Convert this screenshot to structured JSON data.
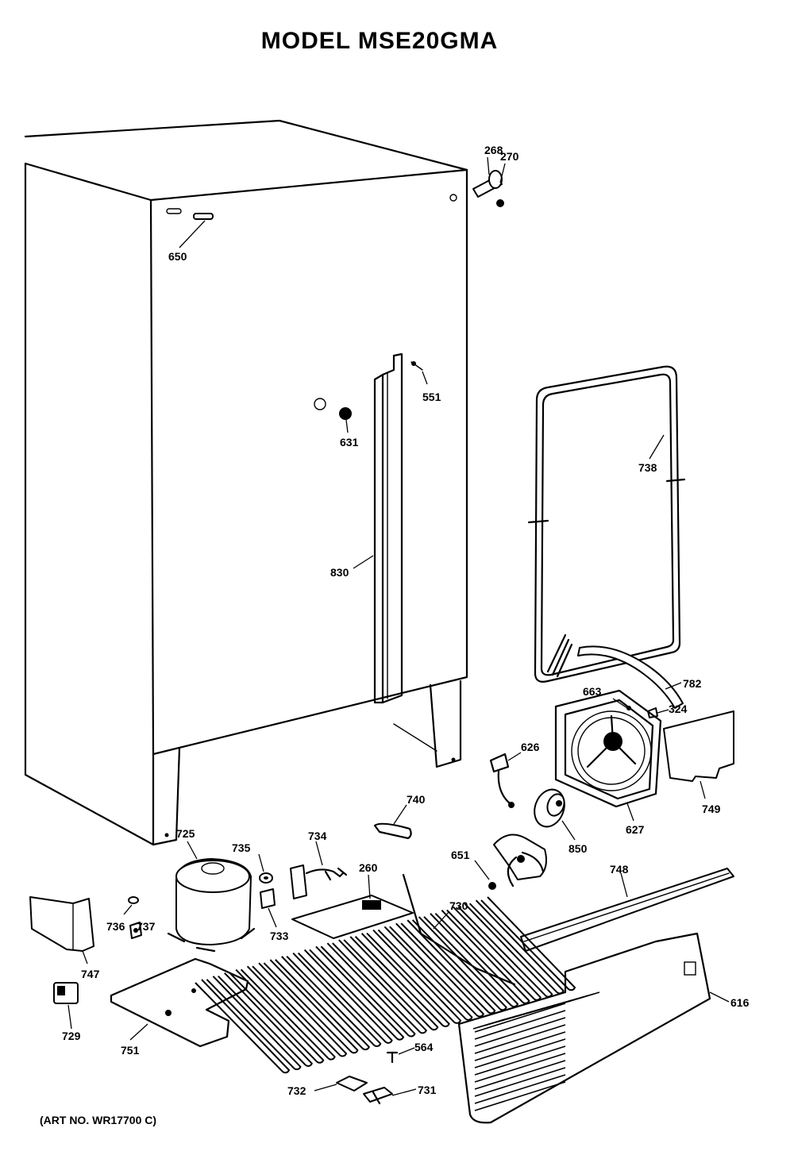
{
  "title": "MODEL MSE20GMA",
  "art_number": "(ART NO. WR17700 C)",
  "parts": {
    "p268": "268",
    "p270": "270",
    "p650": "650",
    "p551": "551",
    "p631": "631",
    "p830": "830",
    "p738": "738",
    "p782": "782",
    "p663": "663",
    "p324": "324",
    "p626": "626",
    "p749": "749",
    "p627": "627",
    "p850": "850",
    "p740": "740",
    "p725": "725",
    "p735": "735",
    "p734": "734",
    "p260": "260",
    "p651": "651",
    "p748": "748",
    "p730": "730",
    "p736": "736",
    "p737": "737",
    "p733": "733",
    "p747": "747",
    "p616": "616",
    "p729": "729",
    "p751": "751",
    "p564": "564",
    "p732": "732",
    "p731": "731"
  }
}
